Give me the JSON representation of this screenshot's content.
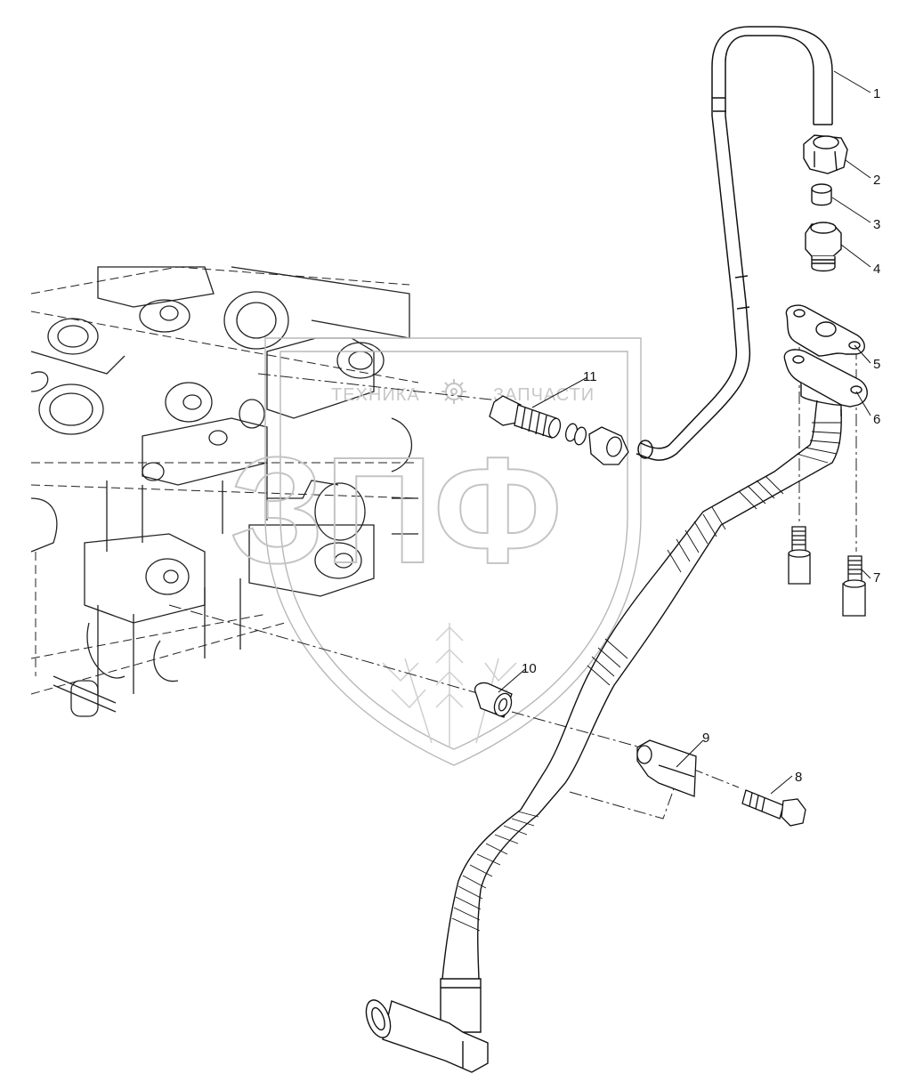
{
  "watermark": {
    "left_text": "ТЕХНИКА",
    "right_text": "ЗАПЧАСТИ",
    "letters": "ЗПФ"
  },
  "callouts": [
    "1",
    "2",
    "3",
    "4",
    "5",
    "6",
    "7",
    "8",
    "9",
    "10",
    "11"
  ]
}
